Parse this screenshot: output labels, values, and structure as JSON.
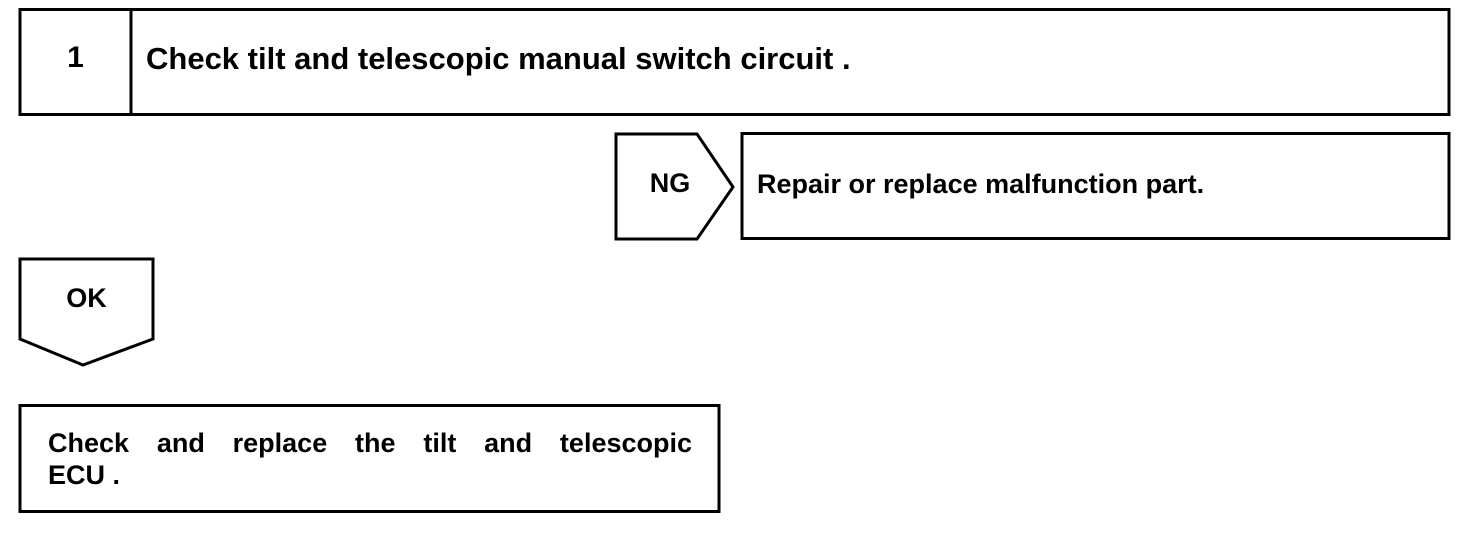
{
  "step": {
    "number": "1",
    "title": "Check tilt and telescopic manual switch circuit ."
  },
  "ng_branch": {
    "label": "NG",
    "action": "Repair or replace malfunction part."
  },
  "ok_branch": {
    "label": "OK",
    "action_line1": "Check and replace the tilt and telescopic",
    "action_line2": "ECU ."
  },
  "colors": {
    "stroke": "#000000",
    "background": "#ffffff"
  }
}
